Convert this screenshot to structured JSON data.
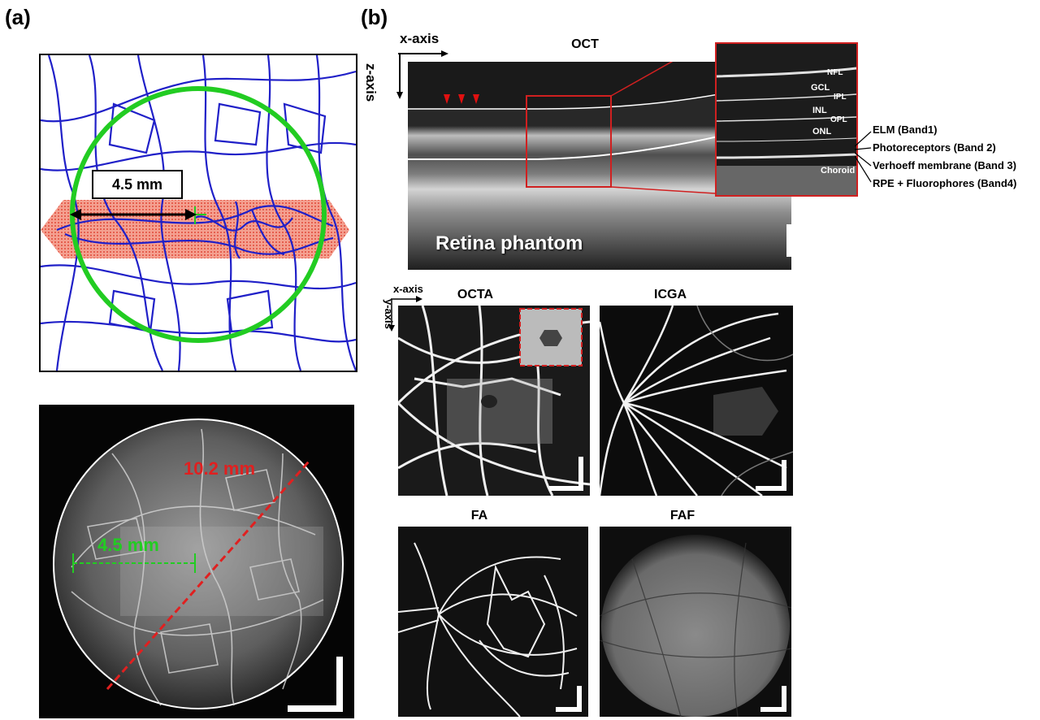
{
  "panels": {
    "a": {
      "label": "(a)",
      "schematic": {
        "measure_label": "4.5 mm",
        "colors": {
          "vessels": "#1f1fd0",
          "circle": "#22cc22",
          "fovea_patch": "#f08070",
          "frame": "#000000"
        }
      },
      "photo": {
        "diameter_label": "10.2 mm",
        "radius_label": "4.5 mm",
        "colors": {
          "diameter_line": "#e02020",
          "radius_line": "#22cc22",
          "rim": "#ffffff"
        }
      }
    },
    "b": {
      "label": "(b)",
      "oct": {
        "title": "OCT",
        "x_axis": "x-axis",
        "z_axis": "z-axis",
        "caption": "Retina phantom",
        "inset_layers": [
          "NFL",
          "GCL",
          "IPL",
          "INL",
          "OPL",
          "ONL",
          "Choroid"
        ],
        "bands": [
          "ELM (Band1)",
          "Photoreceptors (Band 2)",
          "Verhoeff membrane (Band 3)",
          "RPE + Fluorophores (Band4)"
        ],
        "colors": {
          "arrowheads": "#e01010",
          "zoom_box": "#d02020"
        }
      },
      "octa": {
        "title": "OCTA",
        "x_axis": "x-axis",
        "y_axis": "y-axis"
      },
      "icga": {
        "title": "ICGA"
      },
      "fa": {
        "title": "FA"
      },
      "faf": {
        "title": "FAF"
      }
    }
  }
}
